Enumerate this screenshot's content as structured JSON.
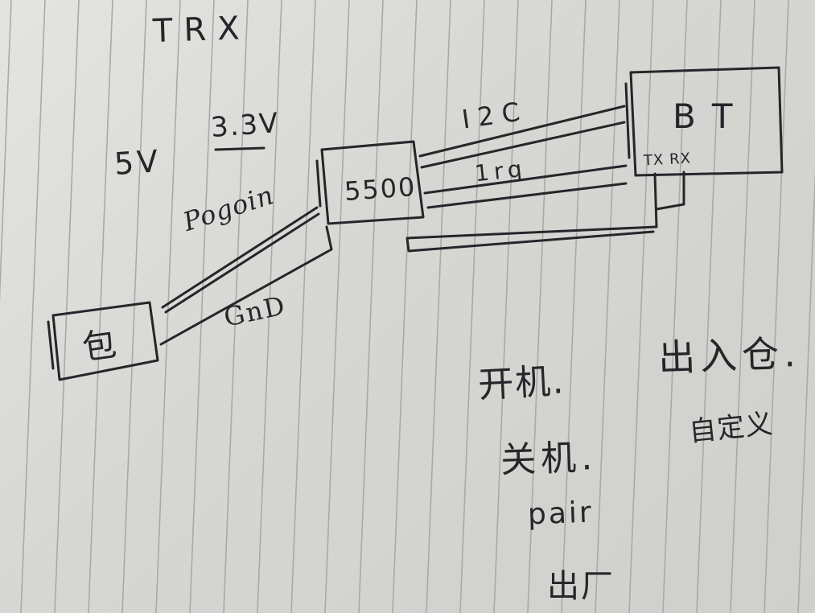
{
  "title": "TRX",
  "labels": {
    "voltage_5v": "5V",
    "voltage_3v3": "3.3V",
    "pogopin": "Pogoin",
    "gnd": "GnD",
    "i2c": "I2C",
    "irq": "1rq",
    "tx_rx": "TX RX"
  },
  "blocks": {
    "box": "包",
    "chip": "5500",
    "bt": "BT"
  },
  "functions": {
    "power_on": "开机.",
    "power_off": "关机.",
    "pair": "pair",
    "factory": "出厂",
    "in_out_box": "出入仓.",
    "custom": "自定义"
  },
  "colors": {
    "ink": "#26262a",
    "paper": "#dcdcd9",
    "ruled_line": "#a8a8a6"
  }
}
